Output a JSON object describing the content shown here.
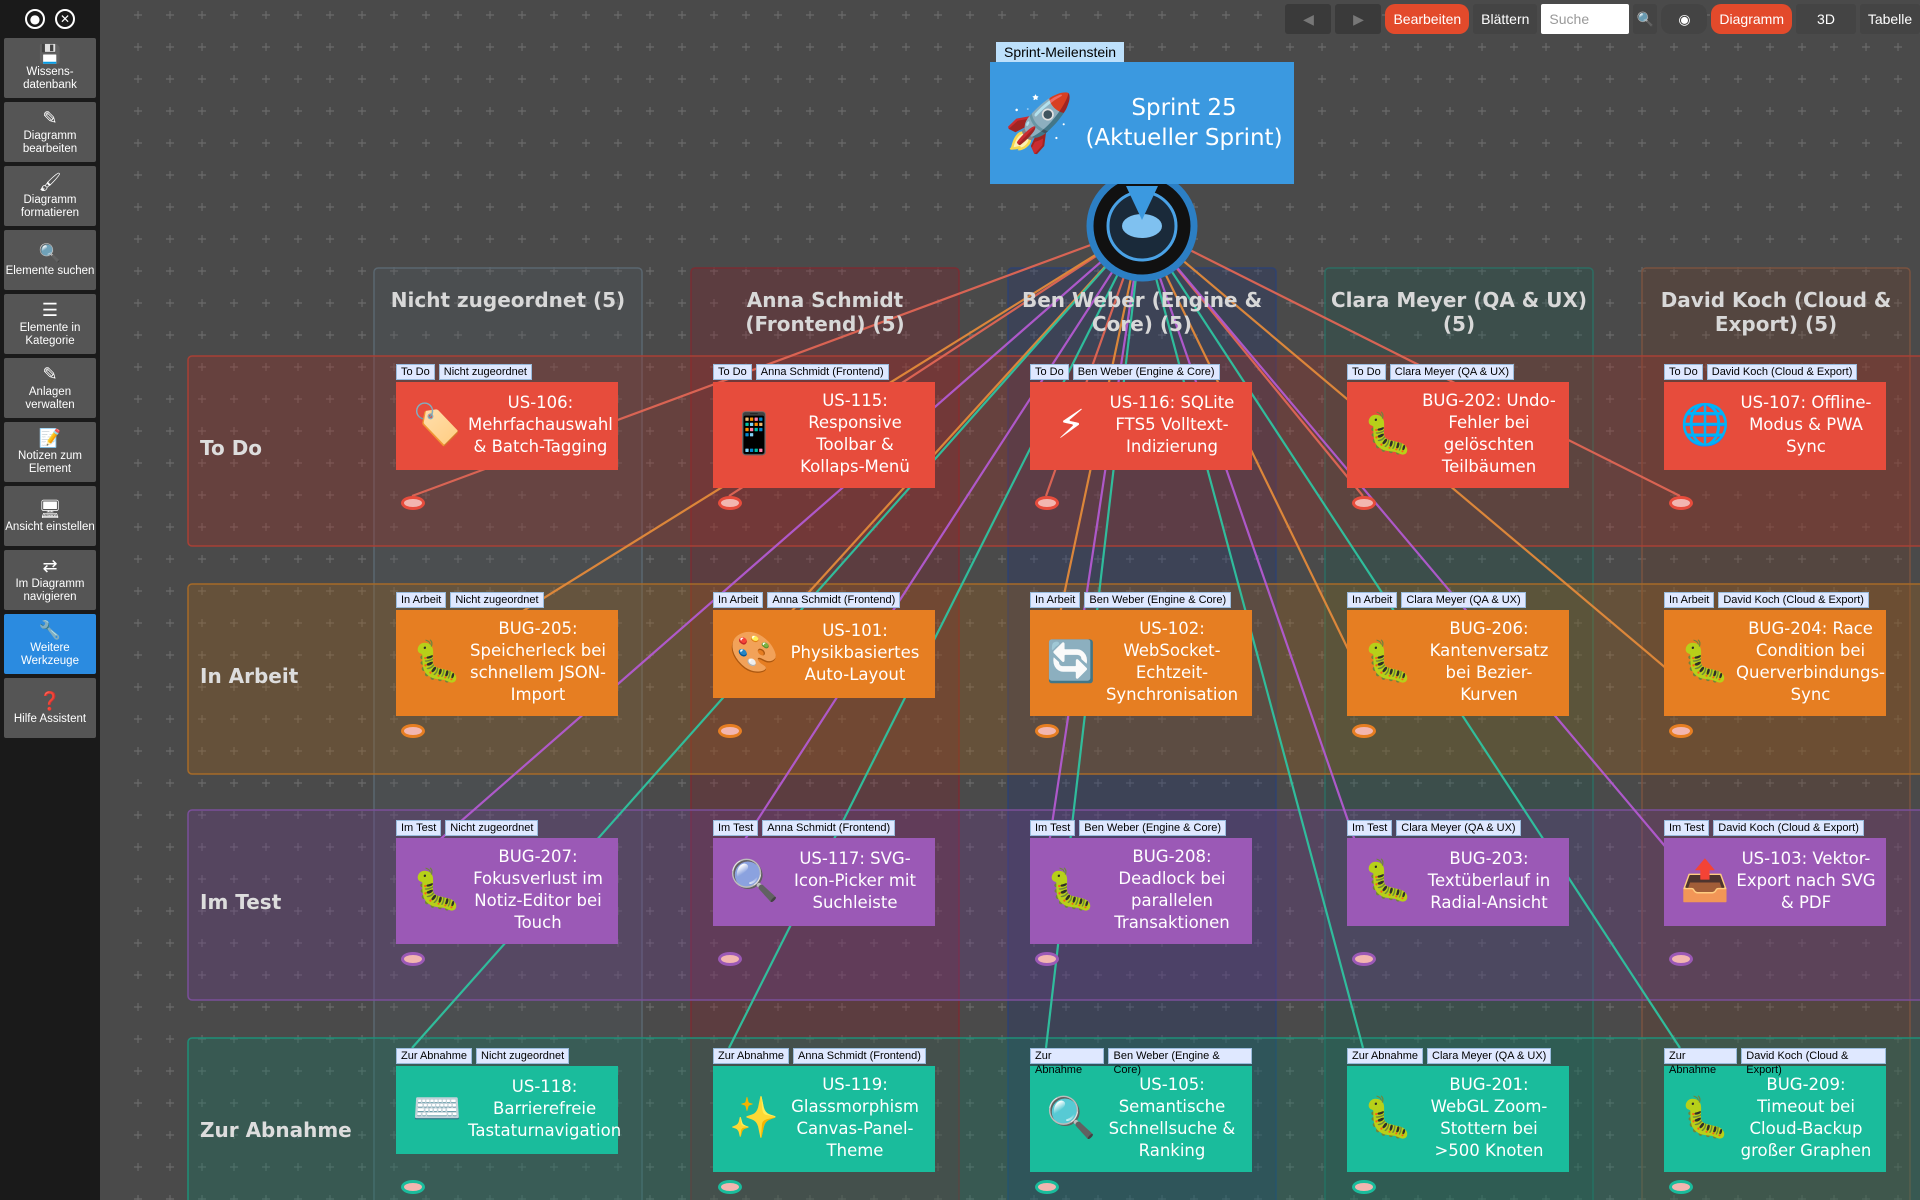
{
  "sidebar": {
    "top_icons": [
      "target-icon",
      "close-icon"
    ],
    "buttons": [
      {
        "icon": "save-icon",
        "label": "Wissens-datenbank",
        "active": false
      },
      {
        "icon": "pencil-icon",
        "label": "Diagramm bearbeiten",
        "active": false
      },
      {
        "icon": "brush-icon",
        "label": "Diagramm formatieren",
        "active": false
      },
      {
        "icon": "search-icon",
        "label": "Elemente suchen",
        "active": false
      },
      {
        "icon": "list-icon",
        "label": "Elemente in Kategorie",
        "active": false
      },
      {
        "icon": "edit-box-icon",
        "label": "Anlagen verwalten",
        "active": false
      },
      {
        "icon": "notes-icon",
        "label": "Notizen zum Element",
        "active": false
      },
      {
        "icon": "monitor-icon",
        "label": "Ansicht einstellen",
        "active": false
      },
      {
        "icon": "arrows-icon",
        "label": "Im Diagramm navigieren",
        "active": false
      },
      {
        "icon": "wrench-icon",
        "label": "Weitere Werkzeuge",
        "active": true
      },
      {
        "icon": "help-icon",
        "label": "Hilfe Assistent",
        "active": false
      }
    ]
  },
  "toolbar": {
    "edit": "Bearbeiten",
    "browse": "Blättern",
    "search_placeholder": "Suche",
    "diagram": "Diagramm",
    "view3d": "3D",
    "table": "Tabelle"
  },
  "milestone": {
    "tag": "Sprint-Meilenstein",
    "title": "Sprint 25 (Aktueller Sprint)",
    "icon": "rocket-icon"
  },
  "columns": [
    "Nicht zugeordnet (5)",
    "Anna Schmidt (Frontend) (5)",
    "Ben Weber (Engine & Core) (5)",
    "Clara Meyer (QA & UX) (5)",
    "David Koch (Cloud & Export) (5)"
  ],
  "rows": [
    "To Do",
    "In Arbeit",
    "Im Test",
    "Zur Abnahme"
  ],
  "colors": {
    "todo": "#e74c3c",
    "inprogress": "#e67e22",
    "intest": "#9b59b6",
    "acceptance": "#1abc9c",
    "milestone": "#3b99e0",
    "accent": "#e34a2b"
  },
  "cards": [
    {
      "status": "To Do",
      "owner": "Nicht zugeordnet",
      "title": "US-106: Mehrfachauswahl & Batch-Tagging",
      "icon": "tag-icon"
    },
    {
      "status": "To Do",
      "owner": "Anna Schmidt (Frontend)",
      "title": "US-115: Responsive Toolbar & Kollaps-Menü",
      "icon": "phone-icon"
    },
    {
      "status": "To Do",
      "owner": "Ben Weber (Engine & Core)",
      "title": "US-116: SQLite FTS5 Volltext-Indizierung",
      "icon": "lightning-icon"
    },
    {
      "status": "To Do",
      "owner": "Clara Meyer (QA & UX)",
      "title": "BUG-202: Undo-Fehler bei gelöschten Teilbäumen",
      "icon": "bug-icon"
    },
    {
      "status": "To Do",
      "owner": "David Koch (Cloud & Export)",
      "title": "US-107: Offline-Modus & PWA Sync",
      "icon": "globe-icon"
    },
    {
      "status": "In Arbeit",
      "owner": "Nicht zugeordnet",
      "title": "BUG-205: Speicherleck bei schnellem JSON-Import",
      "icon": "bug-icon"
    },
    {
      "status": "In Arbeit",
      "owner": "Anna Schmidt (Frontend)",
      "title": "US-101: Physikbasiertes Auto-Layout",
      "icon": "palette-icon"
    },
    {
      "status": "In Arbeit",
      "owner": "Ben Weber (Engine & Core)",
      "title": "US-102: WebSocket-Echtzeit-Synchronisation",
      "icon": "refresh-icon"
    },
    {
      "status": "In Arbeit",
      "owner": "Clara Meyer (QA & UX)",
      "title": "BUG-206: Kantenversatz bei Bezier-Kurven",
      "icon": "bug-icon"
    },
    {
      "status": "In Arbeit",
      "owner": "David Koch (Cloud & Export)",
      "title": "BUG-204: Race Condition bei Querverbindungs-Sync",
      "icon": "bug-icon"
    },
    {
      "status": "Im Test",
      "owner": "Nicht zugeordnet",
      "title": "BUG-207: Fokusverlust im Notiz-Editor bei Touch",
      "icon": "bug-icon"
    },
    {
      "status": "Im Test",
      "owner": "Anna Schmidt (Frontend)",
      "title": "US-117: SVG-Icon-Picker mit Suchleiste",
      "icon": "magnifier-icon"
    },
    {
      "status": "Im Test",
      "owner": "Ben Weber (Engine & Core)",
      "title": "BUG-208: Deadlock bei parallelen Transaktionen",
      "icon": "bug-icon"
    },
    {
      "status": "Im Test",
      "owner": "Clara Meyer (QA & UX)",
      "title": "BUG-203: Textüberlauf in Radial-Ansicht",
      "icon": "bug-icon"
    },
    {
      "status": "Im Test",
      "owner": "David Koch (Cloud & Export)",
      "title": "US-103: Vektor-Export nach SVG & PDF",
      "icon": "tray-icon"
    },
    {
      "status": "Zur Abnahme",
      "owner": "Nicht zugeordnet",
      "title": "US-118: Barrierefreie Tastaturnavigation",
      "icon": "keyboard-icon"
    },
    {
      "status": "Zur Abnahme",
      "owner": "Anna Schmidt (Frontend)",
      "title": "US-119: Glassmorphism Canvas-Panel-Theme",
      "icon": "sparkles-icon"
    },
    {
      "status": "Zur Abnahme",
      "owner": "Ben Weber (Engine & Core)",
      "title": "US-105: Semantische Schnellsuche & Ranking",
      "icon": "magnifier-icon"
    },
    {
      "status": "Zur Abnahme",
      "owner": "Clara Meyer (QA & UX)",
      "title": "BUG-201: WebGL Zoom-Stottern bei >500 Knoten",
      "icon": "bug-icon"
    },
    {
      "status": "Zur Abnahme",
      "owner": "David Koch (Cloud & Export)",
      "title": "BUG-209: Timeout bei Cloud-Backup großer Graphen",
      "icon": "bug-icon"
    }
  ]
}
